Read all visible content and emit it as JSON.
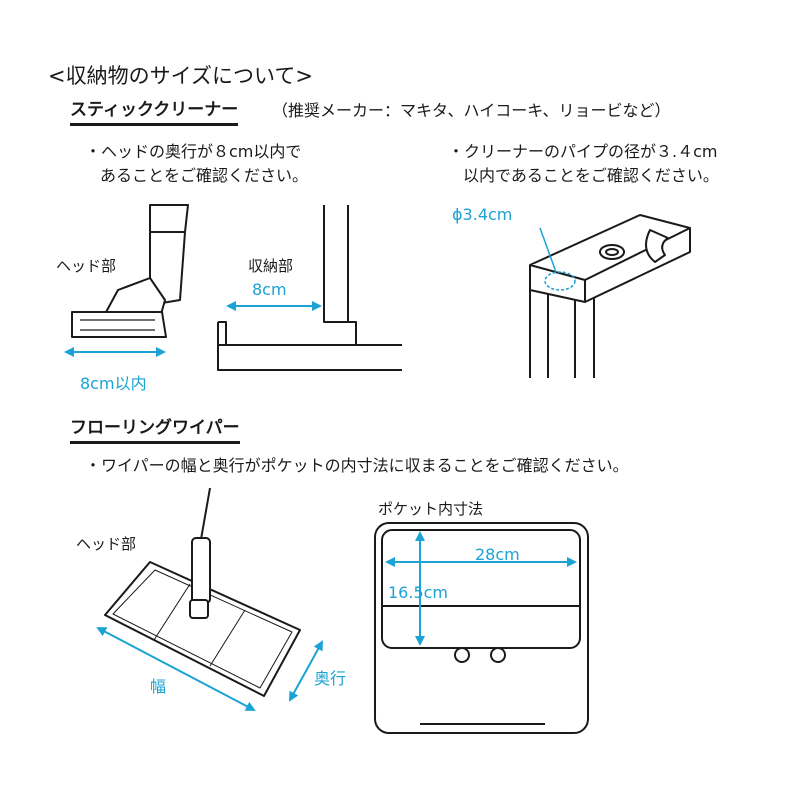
{
  "title": "<収納物のサイズについて>",
  "stick": {
    "heading": "スティッククリーナー",
    "recommended": "（推奨メーカー：マキタ、ハイコーキ、リョービなど）",
    "point1": [
      "・ヘッドの奥行が８cm以内で",
      "あることをご確認ください。"
    ],
    "point2": [
      "・クリーナーのパイプの径が３.４cm",
      "以内であることをご確認ください。"
    ],
    "head_label": "ヘッド部",
    "storage_label": "収納部",
    "depth_8": "8cm",
    "depth_8_within": "8cm以内",
    "pipe_diameter": "ϕ3.4cm"
  },
  "wiper": {
    "heading": "フローリングワイパー",
    "point": "・ワイパーの幅と奥行がポケットの内寸法に収まることをご確認ください。",
    "head_label": "ヘッド部",
    "pocket_label": "ポケット内寸法",
    "width_label": "幅",
    "depth_label": "奥行",
    "pocket_width": "28cm",
    "pocket_depth": "16.5cm"
  },
  "colors": {
    "accent": "#1aa3d4",
    "line": "#1a1a1a"
  }
}
